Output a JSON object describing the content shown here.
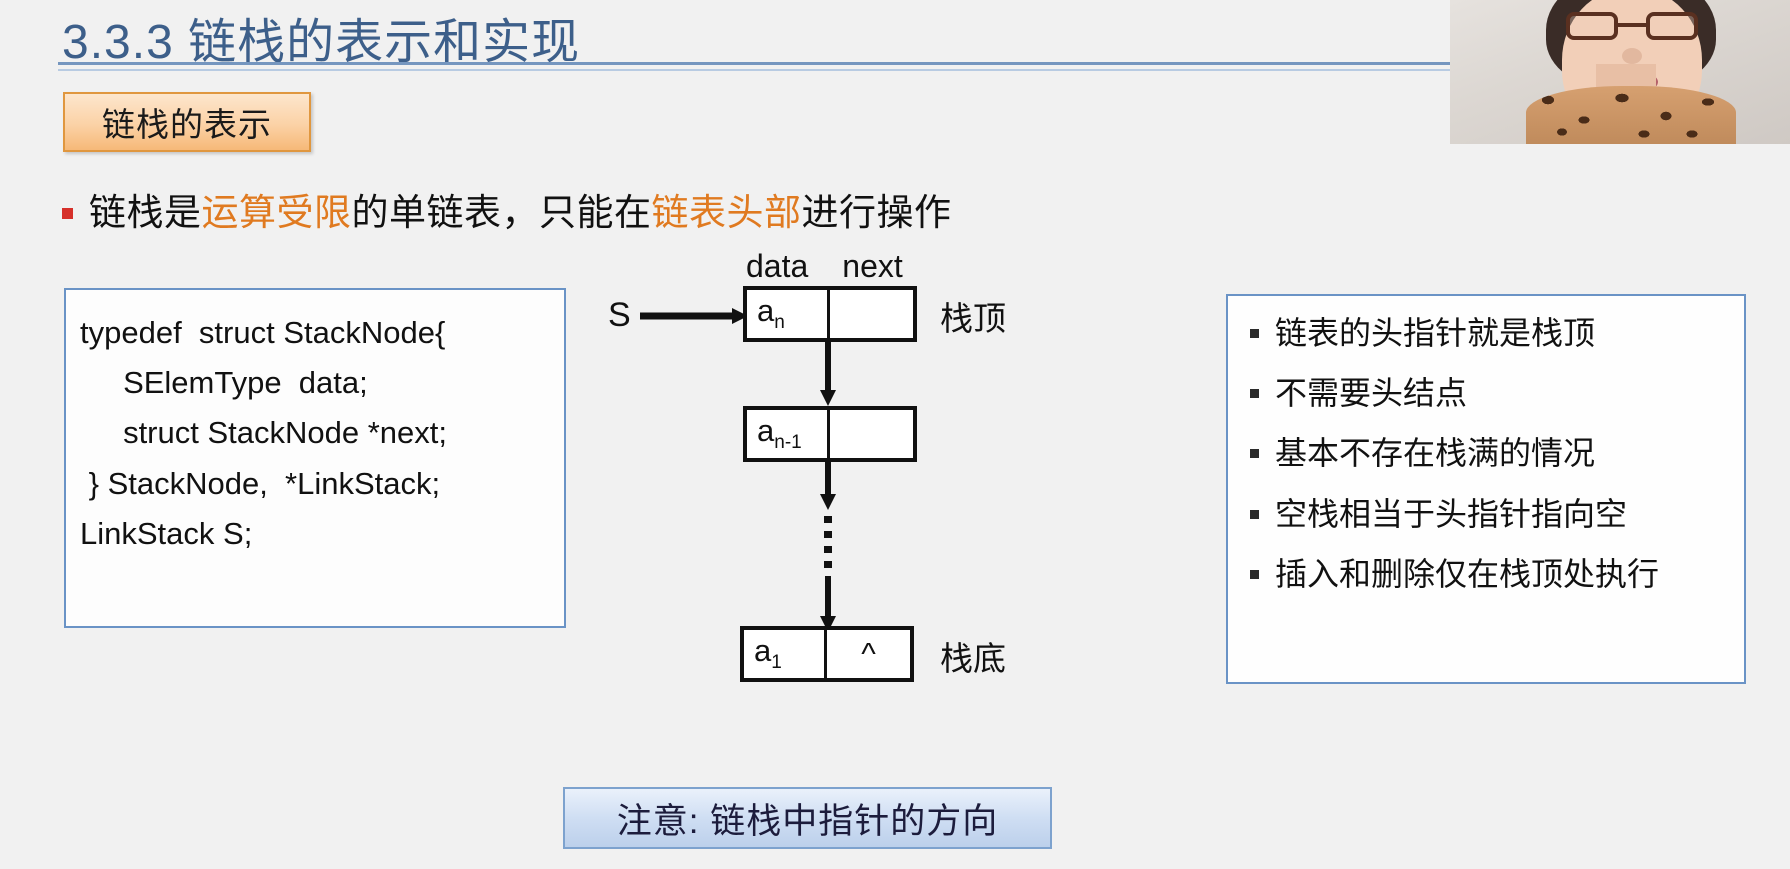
{
  "slide": {
    "title": "3.3.3 链栈的表示和实现",
    "section_chip": "链栈的表示",
    "bullet": {
      "prefix": "链栈是",
      "highlight1": "运算受限",
      "middle": "的单链表，只能在",
      "highlight2": "链表头部",
      "suffix": "进行操作"
    },
    "colors": {
      "title": "#3d5f8a",
      "highlight": "#e07a20",
      "bullet_square": "#d6302a",
      "box_border": "#6a93c6",
      "chip_border": "#e0973f",
      "background": "#f1f1f1"
    }
  },
  "code_box": {
    "lines": [
      "typedef  struct StackNode{",
      "     SElemType  data;",
      "     struct StackNode *next;",
      " } StackNode,  *LinkStack;",
      "LinkStack S;"
    ]
  },
  "diagram": {
    "column_header_data": "data",
    "column_header_next": "next",
    "pointer_label": "S",
    "nodes": [
      {
        "data": "a",
        "sub": "n",
        "next": ""
      },
      {
        "data": "a",
        "sub": "n-1",
        "next": ""
      },
      {
        "data": "a",
        "sub": "1",
        "next": "^"
      }
    ],
    "label_top": "栈顶",
    "label_bottom": "栈底"
  },
  "info_box": {
    "items": [
      "链表的头指针就是栈顶",
      "不需要头结点",
      "基本不存在栈满的情况",
      "空栈相当于头指针指向空",
      "插入和删除仅在栈顶处执行"
    ]
  },
  "note_box": {
    "text": "注意: 链栈中指针的方向"
  },
  "webcam": {
    "label": "presenter-video"
  }
}
